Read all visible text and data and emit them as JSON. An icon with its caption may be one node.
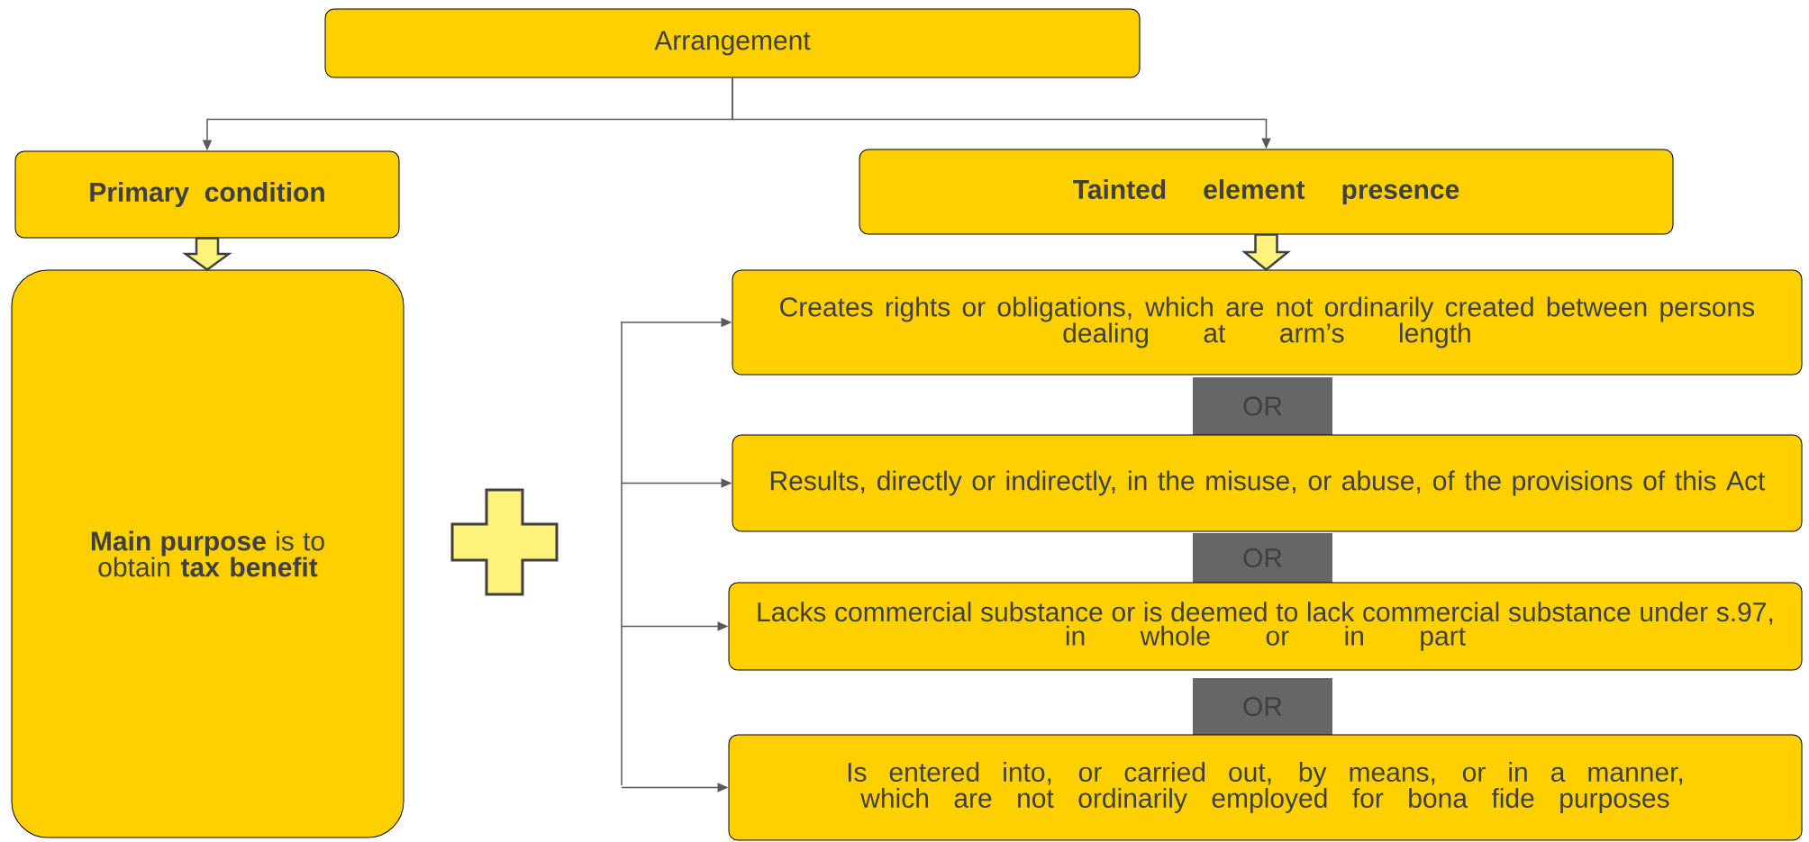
{
  "diagram": {
    "nodes": [
      {
        "text": [
          "Arrangement"
        ]
      },
      {
        "text": [
          "Primary condition"
        ]
      },
      {
        "text": [
          "Tainted element presence"
        ]
      },
      {
        "text": [
          "**Main purpose** is to obtain **tax benefit**"
        ]
      },
      {
        "text": [
          "Creates rights or obligations, which are not ordinarily created between persons dealing at arm’s length"
        ]
      },
      {
        "text": [
          "OR"
        ]
      },
      {
        "text": [
          "Results, directly or indirectly, in the misuse, or abuse, of the provisions of this Act"
        ]
      },
      {
        "text": [
          "OR"
        ]
      },
      {
        "text": [
          "Lacks commercial substance or is deemed to lack commercial substance under s.97, in whole or in part"
        ]
      },
      {
        "text": [
          "OR"
        ]
      },
      {
        "text": [
          "Is entered into, or carried out, by means, or in a manner, which are not ordinarily employed for bona fide purposes"
        ]
      },
      {
        "text": [],
        "shape": "cross"
      }
    ],
    "edges": [
      {
        "from": 0,
        "to": 1,
        "arrow": "to"
      },
      {
        "from": 0,
        "to": 2,
        "arrow": "to"
      },
      {
        "from": 1,
        "to": 3,
        "arrow": "to",
        "style": "thick"
      },
      {
        "from": 2,
        "to": 4,
        "arrow": "to",
        "style": "thick"
      },
      {
        "from": null,
        "to": 4,
        "arrow": "to"
      },
      {
        "from": null,
        "to": 6,
        "arrow": "to"
      },
      {
        "from": null,
        "to": 8,
        "arrow": "to"
      },
      {
        "from": null,
        "to": 10,
        "arrow": "to"
      }
    ]
  }
}
